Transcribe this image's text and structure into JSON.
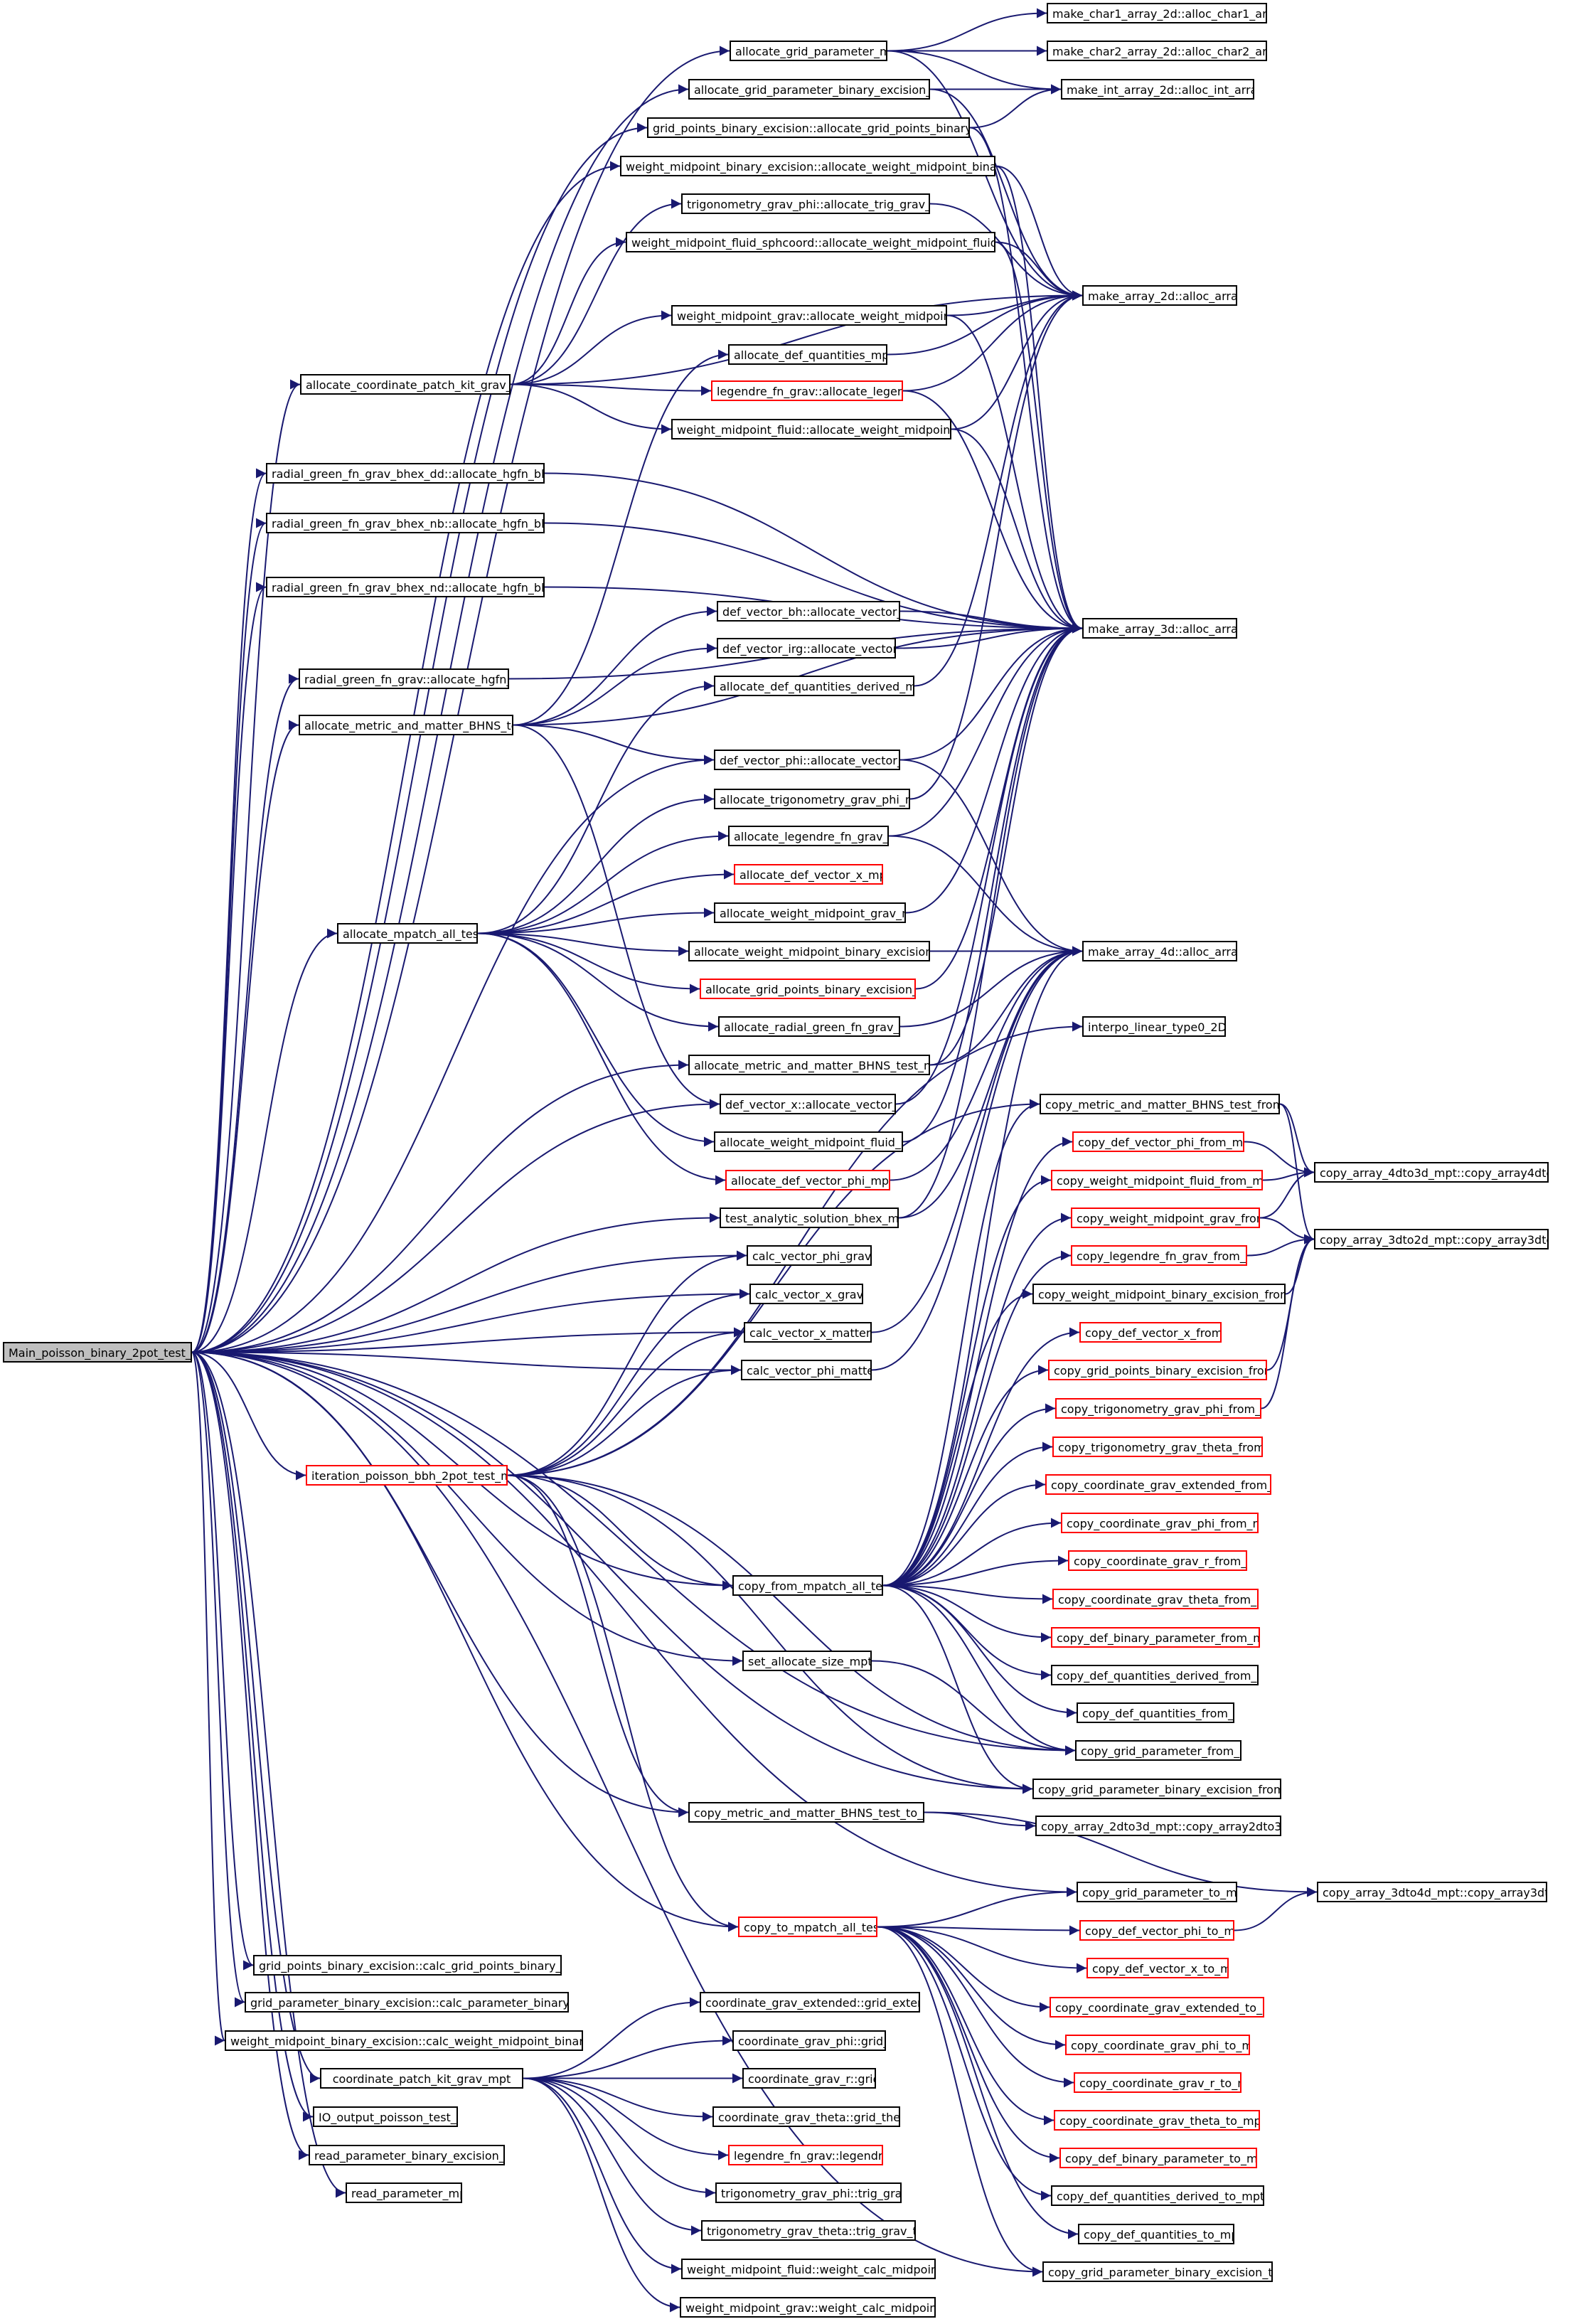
{
  "graph": {
    "root": "Main_poisson_binary_2pot_test_mpt",
    "colors": {
      "edge": "#191970",
      "node_border": "#000000",
      "truncated_node_border": "#ff0000",
      "root_fill": "#bfbfbf"
    },
    "nodes": {
      "root": "Main_poisson_binary_2pot_test_mpt",
      "n1": "allocate_grid_parameter_mpt",
      "n2": "allocate_grid_parameter_binary_excision_mpt",
      "n3": "grid_points_binary_excision::allocate_grid_points_binary_excision",
      "n4": "weight_midpoint_binary_excision::allocate_weight_midpoint_binary_excision",
      "n5": "trigonometry_grav_phi::allocate_trig_grav_mphi",
      "n6": "weight_midpoint_fluid_sphcoord::allocate_weight_midpoint_fluid_sphcoord",
      "n7": "weight_midpoint_grav::allocate_weight_midpoint_grav",
      "n8": "allocate_def_quantities_mpt",
      "n9": "legendre_fn_grav::allocate_legendre",
      "n10": "weight_midpoint_fluid::allocate_weight_midpoint_fluid",
      "n11": "allocate_coordinate_patch_kit_grav_mpt",
      "n12": "radial_green_fn_grav_bhex_dd::allocate_hgfn_bhex_dd",
      "n13": "radial_green_fn_grav_bhex_nb::allocate_hgfn_bhex_nb",
      "n14": "radial_green_fn_grav_bhex_nd::allocate_hgfn_bhex_nd",
      "n15": "radial_green_fn_grav::allocate_hgfn_bhex",
      "n16": "allocate_metric_and_matter_BHNS_test",
      "n17": "def_vector_bh::allocate_vector_bh",
      "n18": "def_vector_irg::allocate_vector_irg",
      "n19": "allocate_def_quantities_derived_mpt",
      "n20": "def_vector_phi::allocate_vector_phi",
      "n21": "allocate_trigonometry_grav_phi_mpt",
      "n22": "allocate_legendre_fn_grav_mpt",
      "n23": "allocate_def_vector_x_mpt",
      "n24": "allocate_weight_midpoint_grav_mpt",
      "n25": "allocate_mpatch_all_test",
      "n26": "allocate_weight_midpoint_binary_excision_mpt",
      "n27": "allocate_grid_points_binary_excision_mpt",
      "n28": "allocate_radial_green_fn_grav_mpt",
      "n29": "allocate_metric_and_matter_BHNS_test_mpt",
      "n30": "def_vector_x::allocate_vector_x",
      "n31": "allocate_weight_midpoint_fluid_mpt",
      "n32": "allocate_def_vector_phi_mpt",
      "n33": "test_analytic_solution_bhex_mpt",
      "n34": "calc_vector_phi_grav",
      "n35": "calc_vector_x_grav",
      "n36": "calc_vector_x_matter",
      "n37": "calc_vector_phi_matter",
      "n38": "iteration_poisson_bbh_2pot_test_mpt",
      "n39": "copy_from_mpatch_all_test",
      "n40": "set_allocate_size_mpt",
      "n41": "copy_metric_and_matter_BHNS_test_to_mpt",
      "n42": "copy_to_mpatch_all_test",
      "n43": "grid_points_binary_excision::calc_grid_points_binary_excision",
      "n44": "grid_parameter_binary_excision::calc_parameter_binary_excision",
      "n45": "weight_midpoint_binary_excision::calc_weight_midpoint_binary_excision",
      "n46": "coordinate_patch_kit_grav_mpt",
      "n47": "IO_output_poisson_test_3D_mpt",
      "n48": "read_parameter_binary_excision_mpt",
      "n49": "read_parameter_mpt",
      "n50": "coordinate_grav_extended::grid_extended",
      "n51": "coordinate_grav_phi::grid_phi",
      "n52": "coordinate_grav_r::grid_r",
      "n53": "coordinate_grav_theta::grid_theta",
      "n54": "legendre_fn_grav::legendre",
      "n55": "trigonometry_grav_phi::trig_grav_phi",
      "n56": "trigonometry_grav_theta::trig_grav_theta",
      "n57": "weight_midpoint_fluid::weight_calc_midpoint_fluid",
      "n58": "weight_midpoint_grav::weight_calc_midpoint_grav",
      "n59": "make_char1_array_2d::alloc_char1_array2d",
      "n60": "make_char2_array_2d::alloc_char2_array2d",
      "n61": "make_int_array_2d::alloc_int_array2d",
      "n62": "make_array_2d::alloc_array2d",
      "n63": "make_array_3d::alloc_array3d",
      "n64": "make_array_4d::alloc_array4d",
      "n65": "interpo_linear_type0_2Dsurf",
      "n66": "copy_metric_and_matter_BHNS_test_from_mpt",
      "n67": "copy_def_vector_phi_from_mpt",
      "n68": "copy_weight_midpoint_fluid_from_mpt",
      "n69": "copy_weight_midpoint_grav_from_mpt",
      "n70": "copy_legendre_fn_grav_from_mpt",
      "n71": "copy_weight_midpoint_binary_excision_from_mpt",
      "n72": "copy_def_vector_x_from_mpt",
      "n73": "copy_grid_points_binary_excision_from_mpt",
      "n74": "copy_trigonometry_grav_phi_from_mpt",
      "n75": "copy_trigonometry_grav_theta_from_mpt",
      "n76": "copy_coordinate_grav_extended_from_mpt",
      "n77": "copy_coordinate_grav_phi_from_mpt",
      "n78": "copy_coordinate_grav_r_from_mpt",
      "n79": "copy_coordinate_grav_theta_from_mpt",
      "n80": "copy_def_binary_parameter_from_mpt",
      "n81": "copy_def_quantities_derived_from_mpt",
      "n82": "copy_def_quantities_from_mpt",
      "n83": "copy_grid_parameter_from_mpt",
      "n84": "copy_grid_parameter_binary_excision_from_mpt",
      "n85": "copy_array_2dto3d_mpt::copy_array2dto3d_mpt",
      "n86": "copy_grid_parameter_to_mpt",
      "n87": "copy_def_vector_phi_to_mpt",
      "n88": "copy_def_vector_x_to_mpt",
      "n89": "copy_coordinate_grav_extended_to_mpt",
      "n90": "copy_coordinate_grav_phi_to_mpt",
      "n91": "copy_coordinate_grav_r_to_mpt",
      "n92": "copy_coordinate_grav_theta_to_mpt",
      "n93": "copy_def_binary_parameter_to_mpt",
      "n94": "copy_def_quantities_derived_to_mpt",
      "n95": "copy_def_quantities_to_mpt",
      "n96": "copy_grid_parameter_binary_excision_to_mpt",
      "n97": "copy_array_4dto3d_mpt::copy_array4dto3d_mpt",
      "n98": "copy_array_3dto2d_mpt::copy_array3dto2d_mpt",
      "n99": "copy_array_3dto4d_mpt::copy_array3dto4d_mpt"
    }
  }
}
